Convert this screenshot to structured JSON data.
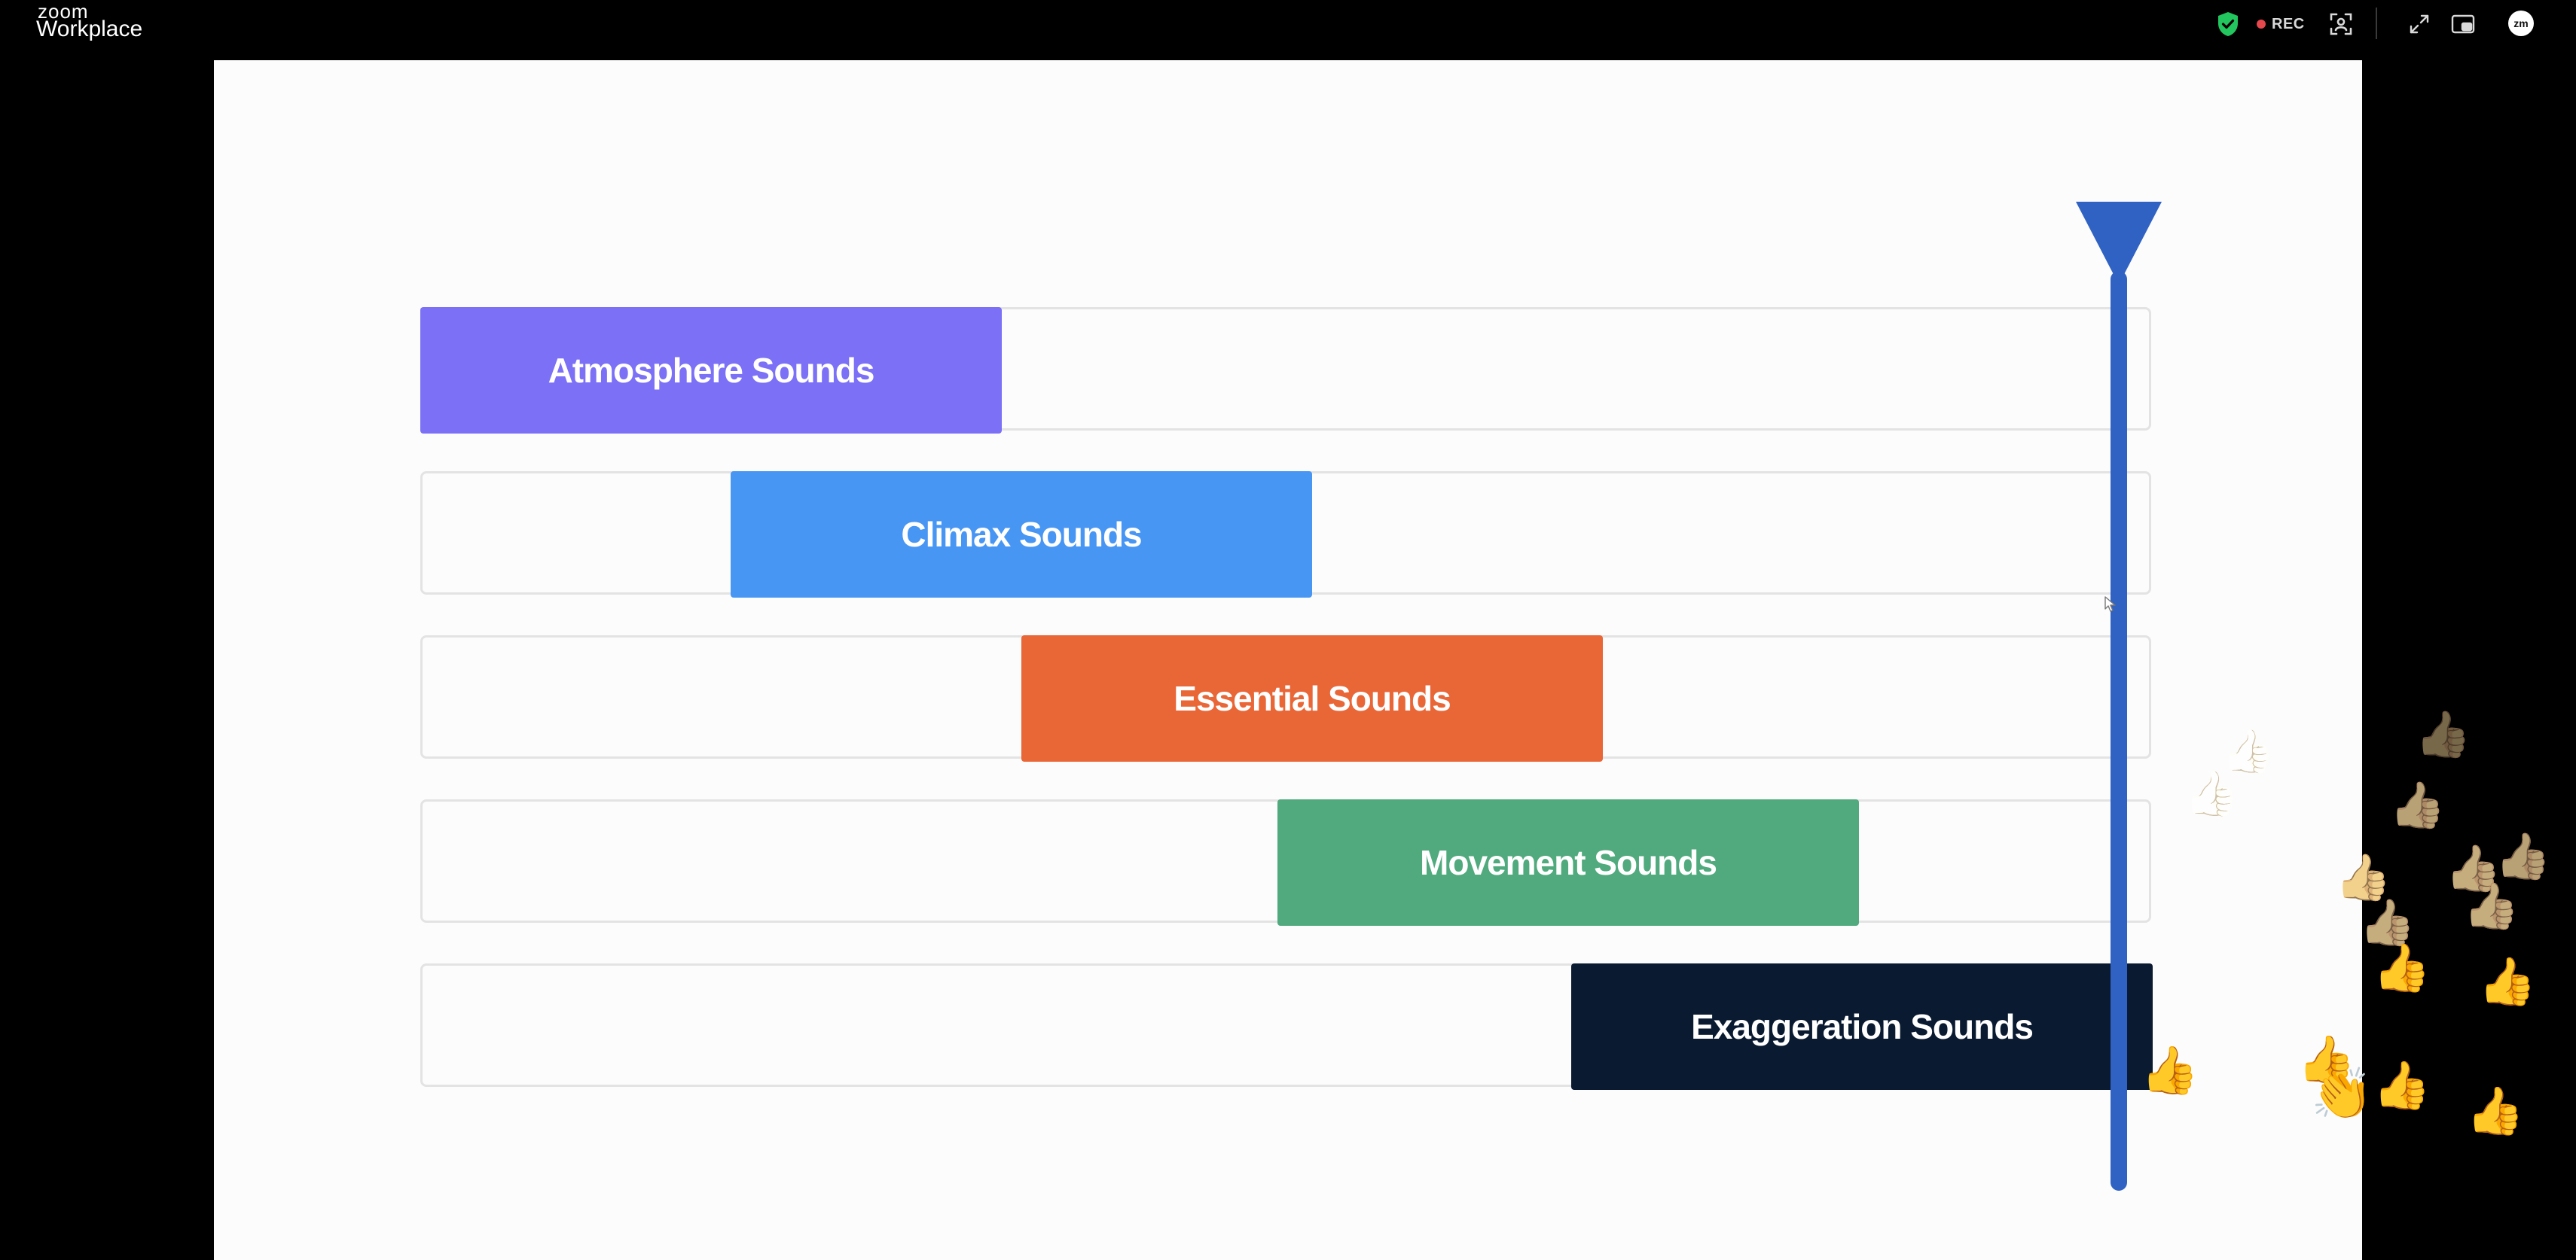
{
  "app": {
    "brand_top": "zoom",
    "brand_main": "Workplace",
    "recording_label": "REC",
    "avatar_initials": "zm",
    "icons": [
      "shield-check-icon",
      "focus-icon",
      "expand-icon",
      "picture-in-picture-icon"
    ]
  },
  "slide": {
    "timeline_blocks": [
      {
        "label": "Atmosphere Sounds",
        "color": "#7b70f6"
      },
      {
        "label": "Climax Sounds",
        "color": "#4896f3"
      },
      {
        "label": "Essential Sounds",
        "color": "#e96637"
      },
      {
        "label": "Movement Sounds",
        "color": "#50aa7e"
      },
      {
        "label": "Exaggeration Sounds",
        "color": "#0a1a31"
      }
    ],
    "playhead_color": "#2f62c2"
  },
  "reactions": {
    "thumbs_up": "👍",
    "clap": "👏"
  }
}
